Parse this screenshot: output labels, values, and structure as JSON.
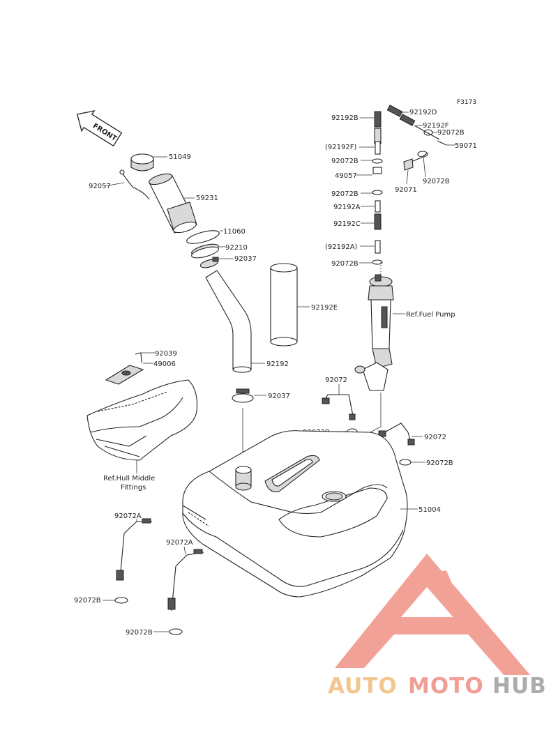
{
  "diagram_code": "F3173",
  "front_label": "FRONT",
  "labels": {
    "p51049": "51049",
    "p92057": "92057",
    "p59231": "59231",
    "p11060": "11060",
    "p92210": "92210",
    "p92037a": "92037",
    "p92192E": "92192E",
    "p92192": "92192",
    "p92037b": "92037",
    "p92039": "92039",
    "p49006": "49006",
    "ref_hull_1": "Ref.Hull Middle",
    "ref_hull_2": "Fittings",
    "p92192B": "92192B",
    "p92192D": "92192D",
    "p92192F": "92192F",
    "p92072B_1": "92072B",
    "p92192F_paren": "(92192F)",
    "p59071": "59071",
    "p92072B_2": "92072B",
    "p49057": "49057",
    "p92071": "92071",
    "p92072B_3": "92072B",
    "p92072B_4": "92072B",
    "p92192A": "92192A",
    "p92192C": "92192C",
    "p92192A_paren": "(92192A)",
    "p92072B_5": "92072B",
    "ref_fuel_pump": "Ref.Fuel Pump",
    "p92072_1": "92072",
    "p92072B_6": "92072B",
    "p92072_2": "92072",
    "p92072B_7": "92072B",
    "p51004": "51004",
    "p92072A_1": "92072A",
    "p92072A_2": "92072A",
    "p92072B_8": "92072B",
    "p92072B_9": "92072B"
  },
  "watermark": {
    "auto": "AUTO",
    "moto": "MOTO",
    "hub": "HUB",
    "colors": {
      "auto": "#f2c48a",
      "moto": "#f19a90",
      "hub": "#a8a8a8",
      "triangle": "#f29c92"
    }
  }
}
